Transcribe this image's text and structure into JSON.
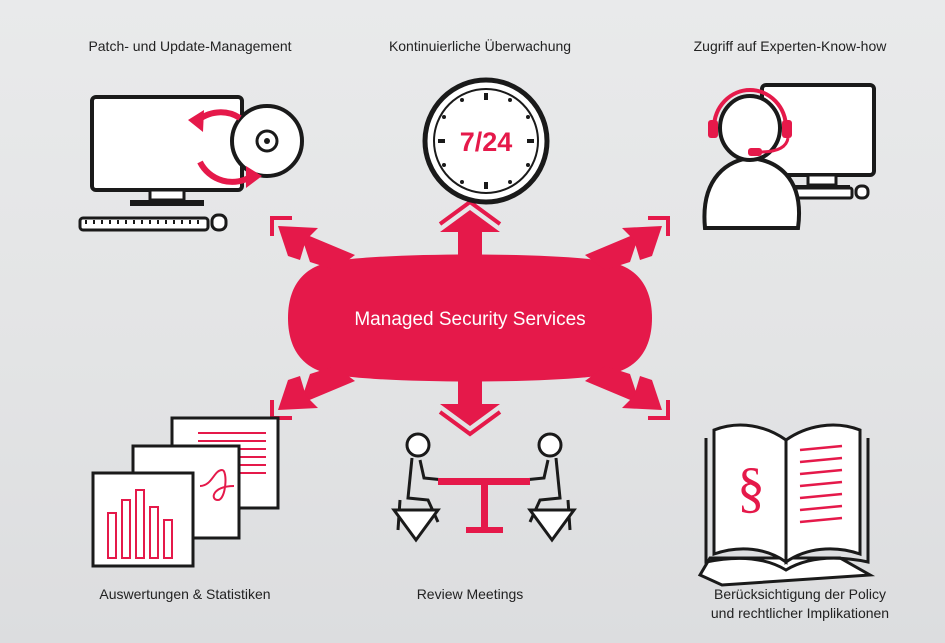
{
  "hub": {
    "title": "Managed Security Services"
  },
  "services": {
    "patch": "Patch- und Update-Management",
    "monitoring": "Kontinuierliche Überwachung",
    "experts": "Zugriff auf Experten-Know-how",
    "reports": "Auswertungen & Statistiken",
    "meetings": "Review Meetings",
    "policy_line1": "Berücksichtigung der Policy",
    "policy_line2": "und rechtlicher Implikationen"
  },
  "clock": {
    "text": "7/24"
  },
  "colors": {
    "accent": "#e5194a",
    "ink": "#1a1a1a",
    "background": "#e4e5e6"
  }
}
